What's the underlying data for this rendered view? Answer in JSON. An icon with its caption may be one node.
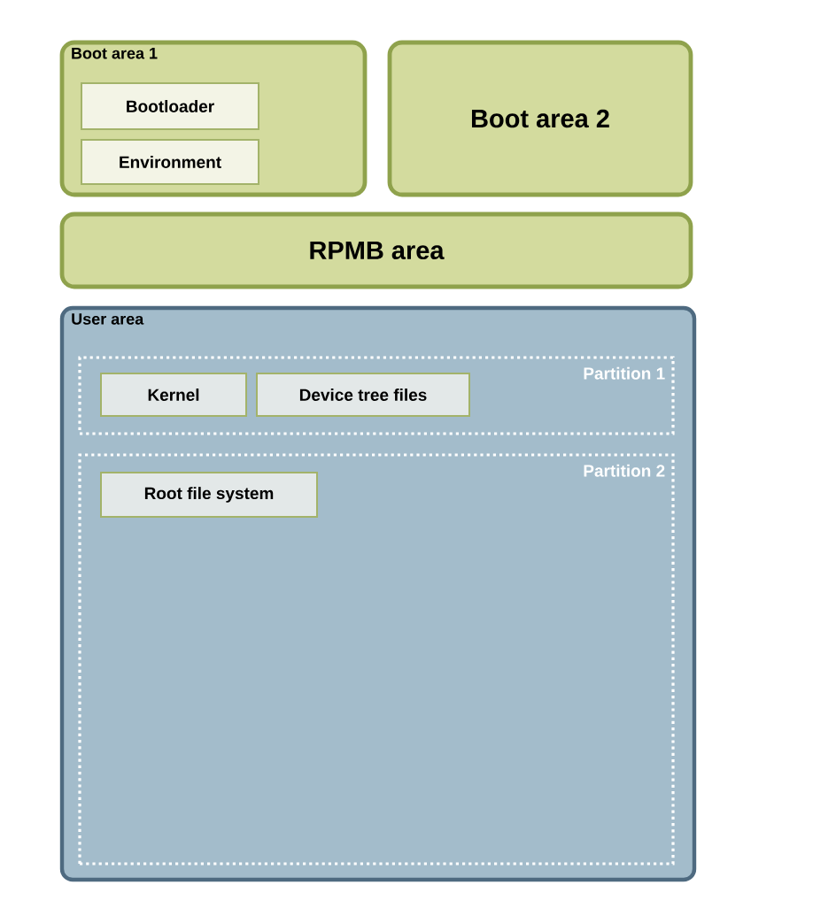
{
  "diagram": {
    "nodes": [
      {
        "text": [
          "Boot area 1"
        ]
      },
      {
        "text": [
          "Bootloader"
        ],
        "in": 0
      },
      {
        "text": [
          "Environment"
        ],
        "in": 0
      },
      {
        "text": [
          "Boot area 2"
        ]
      },
      {
        "text": [
          "RPMB area"
        ]
      },
      {
        "text": [
          "User area"
        ]
      },
      {
        "text": [
          "Partition 1"
        ],
        "in": 5
      },
      {
        "text": [
          "Kernel"
        ],
        "in": 6
      },
      {
        "text": [
          "Device tree files"
        ],
        "in": 6
      },
      {
        "text": [
          "Partition 2"
        ],
        "in": 5
      },
      {
        "text": [
          "Root file system"
        ],
        "in": 9
      }
    ]
  }
}
